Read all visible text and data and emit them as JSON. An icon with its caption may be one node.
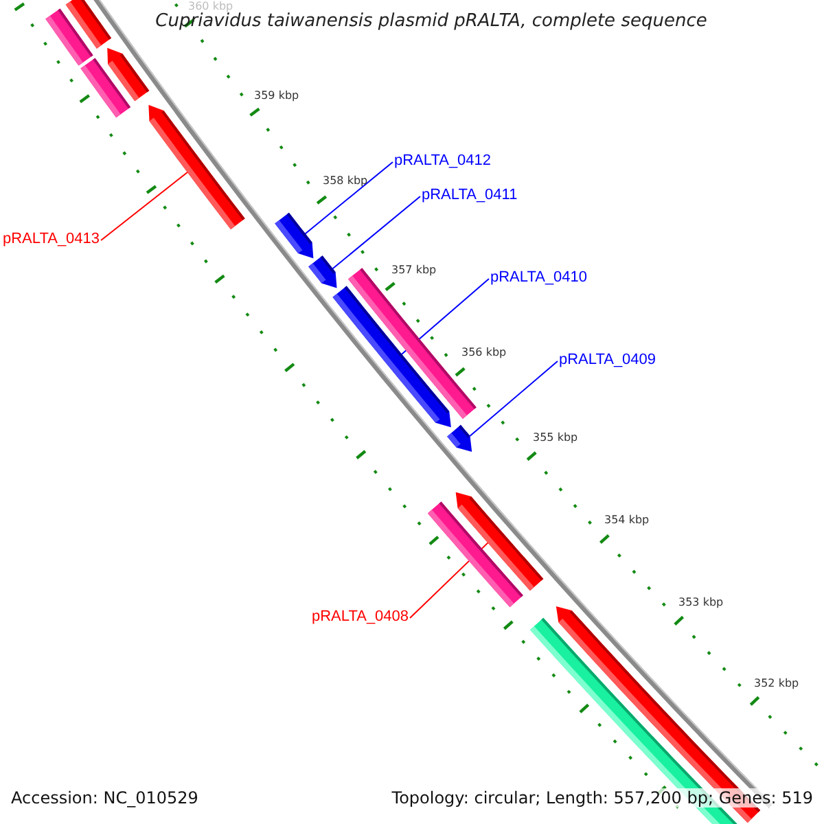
{
  "diagram": {
    "title": "Cupriavidus taiwanensis plasmid pRALTA, complete sequence",
    "nodes": [
      {
        "text": [],
        "shape": "bar"
      },
      {
        "text": [],
        "shape": "bar"
      },
      {
        "text": [],
        "shape": "bar"
      },
      {
        "text": [],
        "shape": "arrow"
      },
      {
        "text": [],
        "shape": "arrow"
      },
      {
        "text": [
          "pRALTA_0413"
        ]
      },
      {
        "text": [
          "pRALTA_0412"
        ]
      },
      {
        "text": [],
        "shape": "arrow"
      },
      {
        "text": [
          "pRALTA_0411"
        ]
      },
      {
        "text": [],
        "shape": "arrow"
      },
      {
        "text": [
          "pRALTA_0410"
        ]
      },
      {
        "text": [],
        "shape": "bar"
      },
      {
        "text": [],
        "shape": "arrow"
      },
      {
        "text": [
          "pRALTA_0409"
        ]
      },
      {
        "text": [],
        "shape": "arrow"
      },
      {
        "text": [],
        "shape": "arrow"
      },
      {
        "text": [],
        "shape": "bar"
      },
      {
        "text": [
          "pRALTA_0408"
        ]
      },
      {
        "text": [],
        "shape": "arrow"
      },
      {
        "text": [],
        "shape": "bar"
      }
    ],
    "edges": [
      {
        "from": 5,
        "to": 4,
        "arrow": "none",
        "color": "#ff0000"
      },
      {
        "from": 6,
        "to": 7,
        "arrow": "none"
      },
      {
        "from": 8,
        "to": 9,
        "arrow": "none"
      },
      {
        "from": 10,
        "to": 12,
        "arrow": "none"
      },
      {
        "from": 13,
        "to": 14,
        "arrow": "none"
      },
      {
        "from": 17,
        "to": 15,
        "arrow": "none",
        "color": "#ff0000"
      }
    ],
    "labels": [
      "360 kbp",
      "359 kbp",
      "358 kbp",
      "357 kbp",
      "356 kbp",
      "355 kbp",
      "354 kbp",
      "353 kbp",
      "352 kbp",
      "Accession: NC_010529",
      "Topology: circular; Length: 557,200 bp; Genes: 519"
    ]
  }
}
